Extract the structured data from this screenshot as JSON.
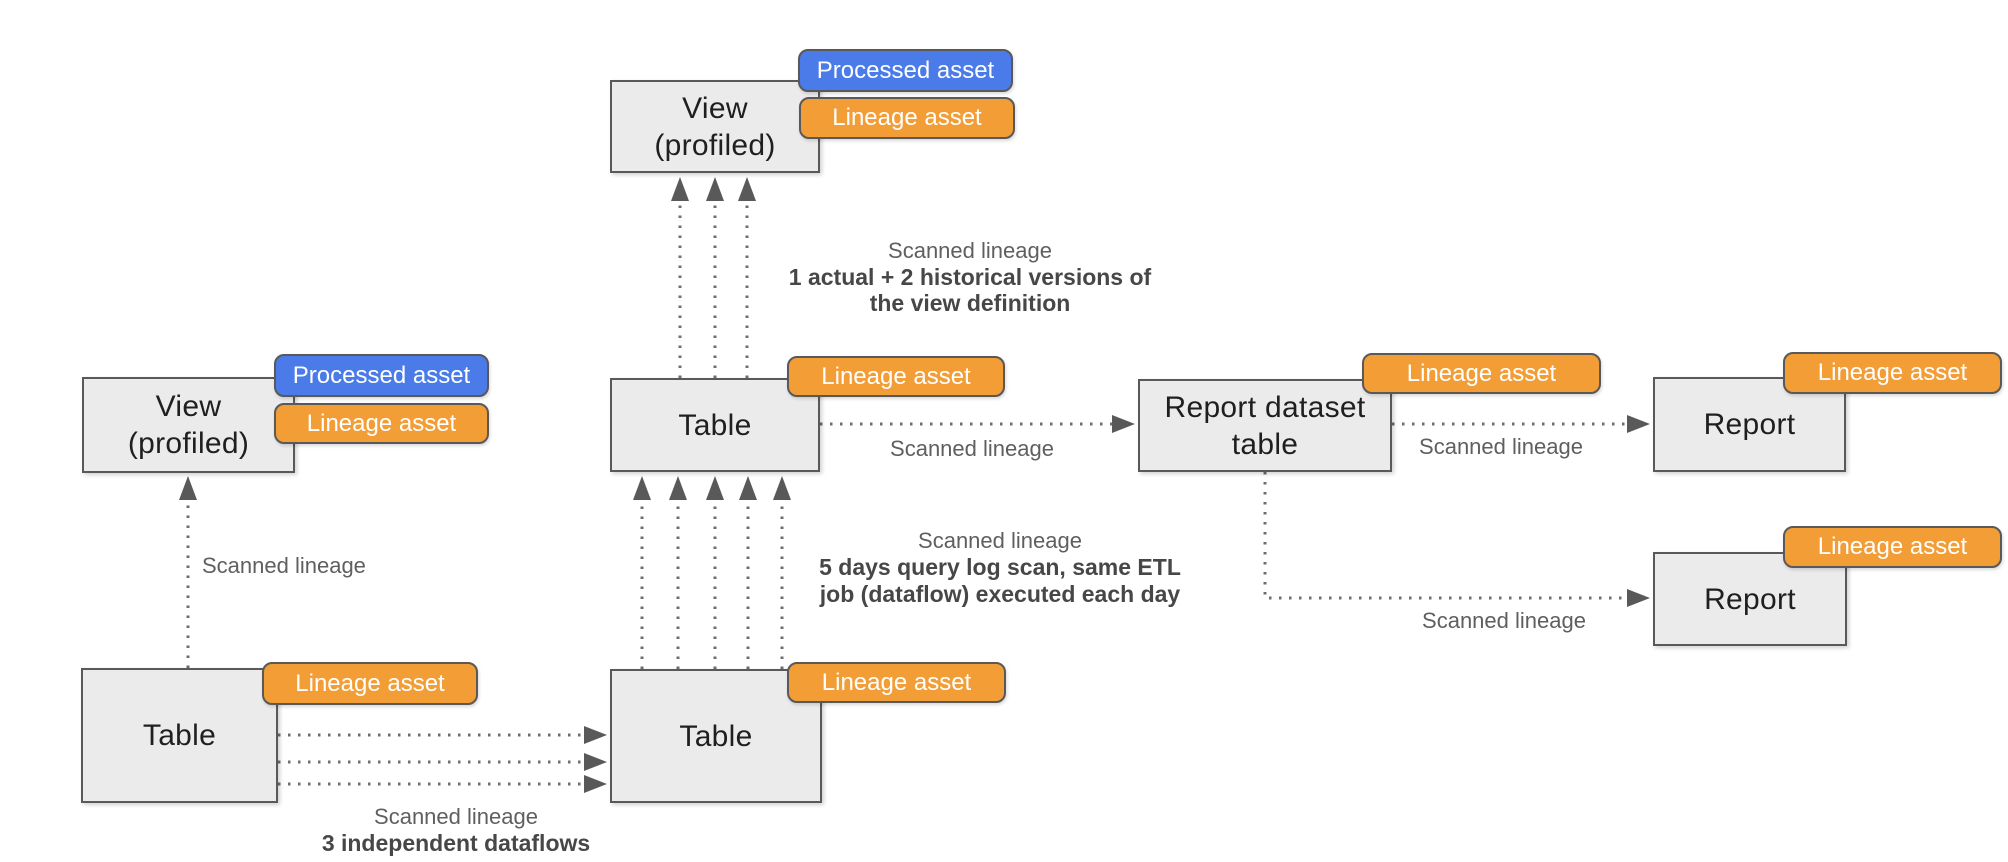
{
  "colors": {
    "processed_badge": "#4a7be8",
    "lineage_badge": "#f29d36",
    "node_fill": "#ebebeb",
    "node_border": "#595959",
    "badge_border": "#595959",
    "badge_text": "#ffffff",
    "connector": "#6e6e6e",
    "arrowhead": "#595959",
    "caption_text": "#5f5f5f",
    "caption_bold_text": "#474747",
    "node_text": "#1f1f1f"
  },
  "badges": {
    "processed": "Processed asset",
    "lineage": "Lineage asset"
  },
  "nodes": {
    "view_top": {
      "label": "View\n(profiled)"
    },
    "view_left": {
      "label": "View\n(profiled)"
    },
    "table_mid": {
      "label": "Table"
    },
    "table_bottom_left": {
      "label": "Table"
    },
    "table_bottom_center": {
      "label": "Table"
    },
    "report_dataset": {
      "label": "Report dataset\ntable"
    },
    "report_top": {
      "label": "Report"
    },
    "report_bottom": {
      "label": "Report"
    }
  },
  "captions": {
    "view_definition": {
      "title": "Scanned lineage",
      "detail": "1 actual + 2 historical versions of\nthe view definition"
    },
    "table_to_report_dataset": {
      "title": "Scanned lineage"
    },
    "etl_job": {
      "title": "Scanned lineage",
      "detail": "5 days query log scan, same ETL\njob (dataflow) executed each day"
    },
    "table_to_view": {
      "title": "Scanned lineage"
    },
    "independent_dataflows": {
      "title": "Scanned lineage",
      "detail": "3 independent dataflows"
    },
    "report_dataset_to_report": {
      "title": "Scanned lineage"
    },
    "report_dataset_to_report_bottom": {
      "title": "Scanned lineage"
    }
  }
}
